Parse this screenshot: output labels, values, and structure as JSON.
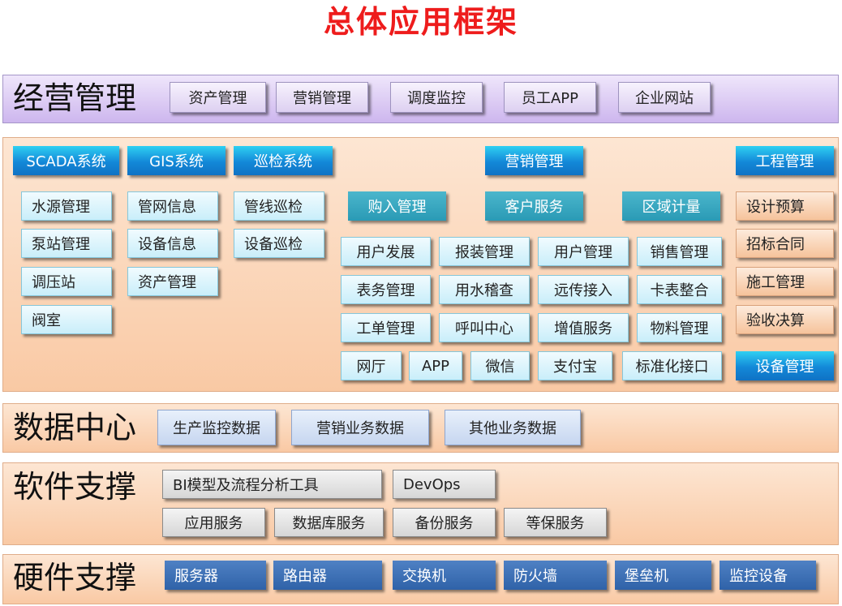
{
  "title": "总体应用框架",
  "management": {
    "label": "经营管理",
    "items": [
      "资产管理",
      "营销管理",
      "调度监控",
      "员工APP",
      "企业网站"
    ]
  },
  "business": {
    "headers": {
      "scada": "SCADA系统",
      "gis": "GIS系统",
      "inspection": "巡检系统",
      "marketing": "营销管理",
      "engineering": "工程管理"
    },
    "scada_items": [
      "水源管理",
      "泵站管理",
      "调压站",
      "阀室"
    ],
    "gis_items": [
      "管网信息",
      "设备信息",
      "资产管理"
    ],
    "inspection_items": [
      "管线巡检",
      "设备巡检"
    ],
    "marketing_subheaders": [
      "购入管理",
      "客户服务",
      "区域计量"
    ],
    "marketing_grid": [
      [
        "用户发展",
        "报装管理",
        "用户管理",
        "销售管理"
      ],
      [
        "表务管理",
        "用水稽查",
        "远传接入",
        "卡表整合"
      ],
      [
        "工单管理",
        "呼叫中心",
        "增值服务",
        "物料管理"
      ],
      [
        "网厅",
        "APP",
        "微信",
        "支付宝",
        "标准化接口"
      ]
    ],
    "engineering_items": [
      "设计预算",
      "招标合同",
      "施工管理",
      "验收决算"
    ],
    "device_mgmt": "设备管理"
  },
  "data_center": {
    "label": "数据中心",
    "items": [
      "生产监控数据",
      "营销业务数据",
      "其他业务数据"
    ]
  },
  "software": {
    "label": "软件支撑",
    "row1": [
      "BI模型及流程分析工具",
      "DevOps"
    ],
    "row2": [
      "应用服务",
      "数据库服务",
      "备份服务",
      "等保服务"
    ]
  },
  "hardware": {
    "label": "硬件支撑",
    "items": [
      "服务器",
      "路由器",
      "交换机",
      "防火墙",
      "堡垒机",
      "监控设备"
    ]
  },
  "colors": {
    "title": "#ee1c1c",
    "purple_band": "#cdb6ee",
    "orange_band": "#f9c9a4",
    "system_header": "#1388d8",
    "teal_header": "#2a9ab5",
    "hardware_box": "#2f62a8"
  }
}
